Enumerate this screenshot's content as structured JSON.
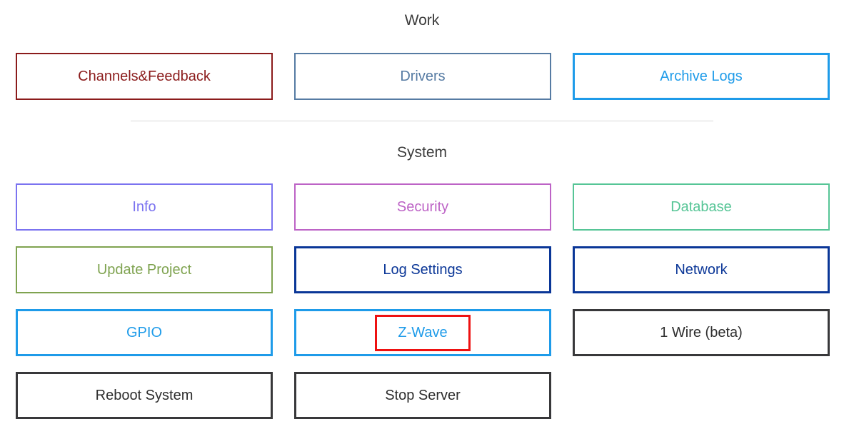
{
  "work": {
    "title": "Work",
    "buttons": [
      {
        "label": "Channels&Feedback",
        "color": "#8b1b1b"
      },
      {
        "label": "Drivers",
        "color": "#567ba3"
      },
      {
        "label": "Archive Logs",
        "color": "#1e9be9"
      }
    ]
  },
  "system": {
    "title": "System",
    "buttons": [
      {
        "label": "Info",
        "color": "#7b73f0"
      },
      {
        "label": "Security",
        "color": "#bd63c6"
      },
      {
        "label": "Database",
        "color": "#56c596"
      },
      {
        "label": "Update Project",
        "color": "#7fa350"
      },
      {
        "label": "Log Settings",
        "color": "#0a3697"
      },
      {
        "label": "Network",
        "color": "#0a3697"
      },
      {
        "label": "GPIO",
        "color": "#1e9be9"
      },
      {
        "label": "Z-Wave",
        "color": "#1e9be9"
      },
      {
        "label": "1 Wire (beta)",
        "color": "#38383a",
        "text_color": "#2d2d2d"
      },
      {
        "label": "Reboot System",
        "color": "#38383a",
        "text_color": "#2d2d2d"
      },
      {
        "label": "Stop Server",
        "color": "#38383a",
        "text_color": "#2d2d2d"
      }
    ]
  },
  "annotation": {
    "target": "Z-Wave",
    "highlight_color": "#ee1111"
  }
}
